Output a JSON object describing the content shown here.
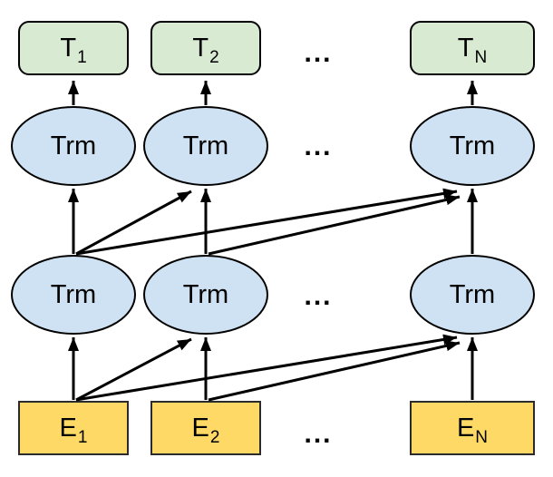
{
  "diagram": {
    "ellipsis": "...",
    "colors": {
      "output_box_fill": "#d9ead3",
      "transformer_fill": "#cfe2f3",
      "embedding_fill": "#ffd966",
      "stroke": "#000000",
      "background": "#ffffff"
    },
    "nodes": {
      "t1": {
        "text": "T",
        "sub": "1"
      },
      "t2": {
        "text": "T",
        "sub": "2"
      },
      "tN": {
        "text": "T",
        "sub": "N"
      },
      "trm": {
        "text": "Trm"
      },
      "e1": {
        "text": "E",
        "sub": "1"
      },
      "e2": {
        "text": "E",
        "sub": "2"
      },
      "eN": {
        "text": "E",
        "sub": "N"
      }
    },
    "edges": [
      {
        "from": "E1",
        "to": "Trm-layer1-col1"
      },
      {
        "from": "E1",
        "to": "Trm-layer1-col2"
      },
      {
        "from": "E1",
        "to": "Trm-layer1-colN"
      },
      {
        "from": "E2",
        "to": "Trm-layer1-col2"
      },
      {
        "from": "E2",
        "to": "Trm-layer1-colN"
      },
      {
        "from": "EN",
        "to": "Trm-layer1-colN"
      },
      {
        "from": "Trm-layer1-col1",
        "to": "Trm-layer2-col1"
      },
      {
        "from": "Trm-layer1-col1",
        "to": "Trm-layer2-col2"
      },
      {
        "from": "Trm-layer1-col1",
        "to": "Trm-layer2-colN"
      },
      {
        "from": "Trm-layer1-col2",
        "to": "Trm-layer2-col2"
      },
      {
        "from": "Trm-layer1-col2",
        "to": "Trm-layer2-colN"
      },
      {
        "from": "Trm-layer1-colN",
        "to": "Trm-layer2-colN"
      },
      {
        "from": "Trm-layer2-col1",
        "to": "T1"
      },
      {
        "from": "Trm-layer2-col2",
        "to": "T2"
      },
      {
        "from": "Trm-layer2-colN",
        "to": "TN"
      }
    ]
  }
}
